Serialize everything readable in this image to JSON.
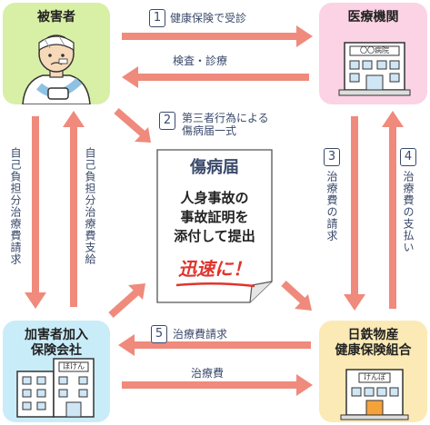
{
  "nodes": {
    "victim": "被害者",
    "medical": "医療機関",
    "insurer": "加害者加入\n保険会社",
    "kumiai": "日鉄物産\n健康保険組合"
  },
  "building_signs": {
    "medical": "〇〇病院",
    "insurer": "ほけん",
    "kumiai": "けんぽ"
  },
  "steps": {
    "s1": {
      "num": "1",
      "label": "健康保険で受診"
    },
    "s1_return": "検査・診療",
    "s2": {
      "num": "2",
      "label": "第三者行為による\n傷病届一式"
    },
    "s3": {
      "num": "3",
      "label": "治療費の請求"
    },
    "s4": {
      "num": "4",
      "label": "治療費の支払い"
    },
    "s5": {
      "num": "5",
      "label": "治療費請求"
    },
    "s5_return": "治療費",
    "left_down": "自己負担分治療費請求",
    "left_up": "自己負担分治療費支給"
  },
  "document": {
    "title": "傷病届",
    "body": "人身事故の\n事故証明を\n添付して提出",
    "stamp": "迅速に！"
  },
  "colors": {
    "victim_bg": "#d8efa6",
    "medical_bg": "#fbd3e4",
    "insurer_bg": "#c9ecf9",
    "kumiai_bg": "#fbeab5",
    "arrow": "#ef8a7c",
    "stamp": "#e0342d"
  }
}
